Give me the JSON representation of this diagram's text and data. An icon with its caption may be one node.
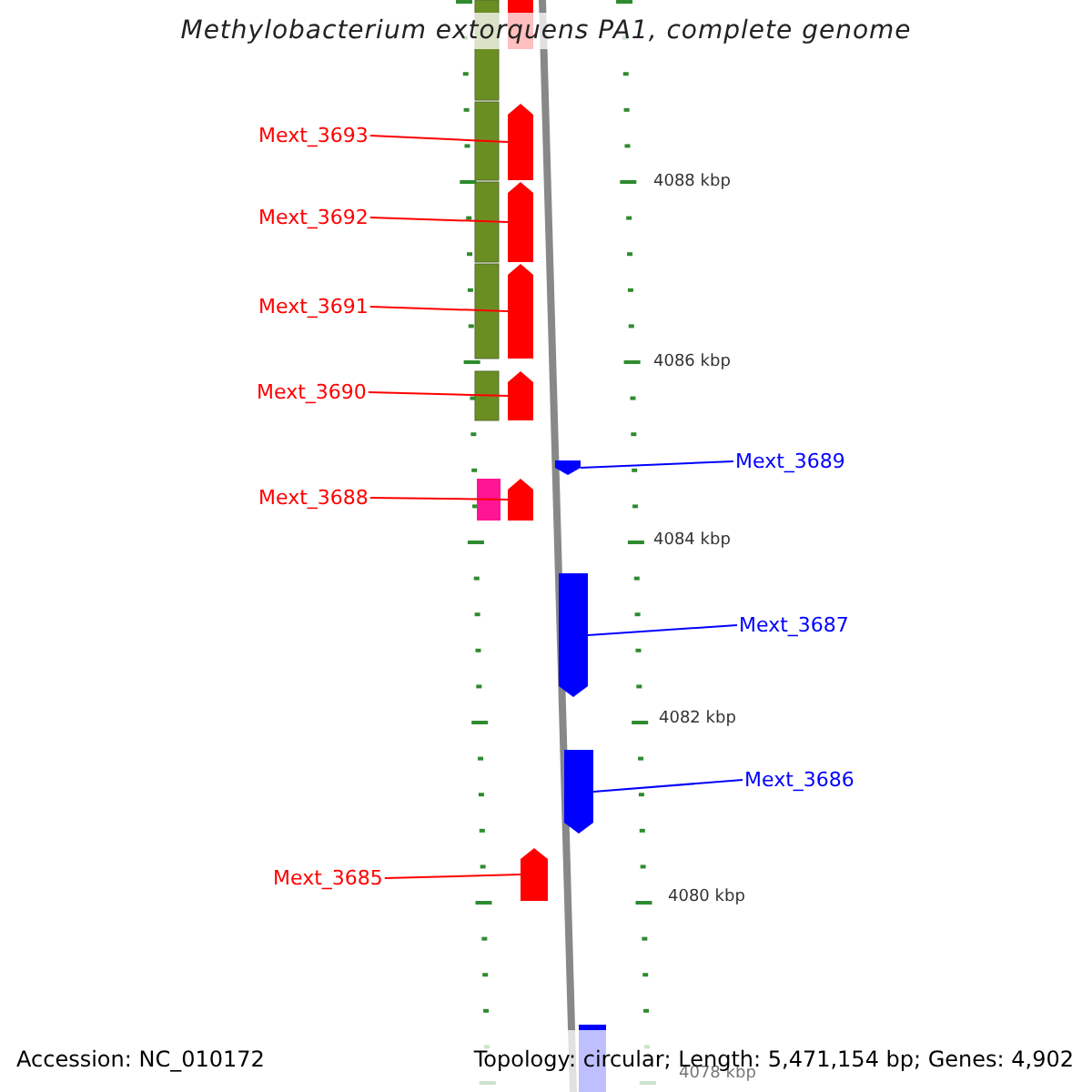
{
  "diagram": {
    "title": "Methylobacterium extorquens PA1, complete genome",
    "nodes": [
      {
        "text": [
          "Mext_3693"
        ]
      },
      {
        "text": [],
        "shape": "arrow"
      },
      {
        "text": [
          "Mext_3692"
        ]
      },
      {
        "text": [],
        "shape": "arrow"
      },
      {
        "text": [
          "Mext_3691"
        ]
      },
      {
        "text": [],
        "shape": "arrow"
      },
      {
        "text": [
          "Mext_3690"
        ]
      },
      {
        "text": [],
        "shape": "arrow"
      },
      {
        "text": [
          "Mext_3689"
        ]
      },
      {
        "text": [],
        "shape": "arrow"
      },
      {
        "text": [
          "Mext_3688"
        ]
      },
      {
        "text": [],
        "shape": "arrow"
      },
      {
        "text": [
          "Mext_3687"
        ]
      },
      {
        "text": [],
        "shape": "arrow"
      },
      {
        "text": [
          "Mext_3686"
        ]
      },
      {
        "text": [],
        "shape": "arrow"
      },
      {
        "text": [
          "Mext_3685"
        ]
      },
      {
        "text": [],
        "shape": "arrow"
      }
    ],
    "edges": [
      {
        "from": 0,
        "to": 1,
        "arrow": "none"
      },
      {
        "from": 2,
        "to": 3,
        "arrow": "none"
      },
      {
        "from": 4,
        "to": 5,
        "arrow": "none"
      },
      {
        "from": 6,
        "to": 7,
        "arrow": "none"
      },
      {
        "from": 8,
        "to": 9,
        "arrow": "none",
        "color": "#0000ff"
      },
      {
        "from": 10,
        "to": 11,
        "arrow": "none"
      },
      {
        "from": 12,
        "to": 13,
        "arrow": "none",
        "color": "#0000ff"
      },
      {
        "from": 14,
        "to": 15,
        "arrow": "none",
        "color": "#0000ff"
      },
      {
        "from": 16,
        "to": 17,
        "arrow": "none"
      }
    ],
    "labels": [
      "4088 kbp",
      "4086 kbp",
      "4084 kbp",
      "4082 kbp",
      "4080 kbp",
      "4078 kbp",
      "Accession: NC_010172",
      "Topology: circular; Length: 5,471,154 bp; Genes: 4,902"
    ]
  }
}
